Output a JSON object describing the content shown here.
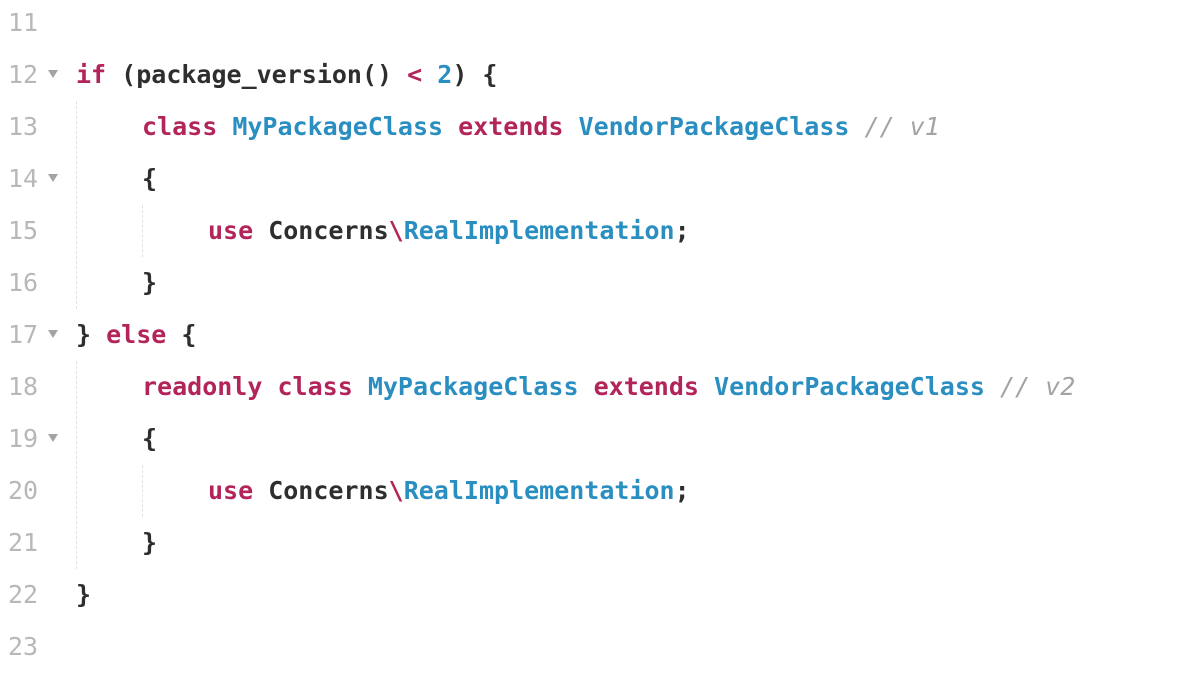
{
  "editor": {
    "lines": [
      {
        "num": "11"
      },
      {
        "num": "12",
        "fold": true,
        "tokens": [
          {
            "t": "if",
            "c": "kw"
          },
          {
            "t": " (package_version() ",
            "c": "pl"
          },
          {
            "t": "<",
            "c": "kw"
          },
          {
            "t": " ",
            "c": "pl"
          },
          {
            "t": "2",
            "c": "ty"
          },
          {
            "t": ") {",
            "c": "pl"
          }
        ]
      },
      {
        "num": "13",
        "indent": 1,
        "tokens": [
          {
            "t": "class",
            "c": "kw"
          },
          {
            "t": " ",
            "c": "pl"
          },
          {
            "t": "MyPackageClass",
            "c": "ty"
          },
          {
            "t": " ",
            "c": "pl"
          },
          {
            "t": "extends",
            "c": "kw"
          },
          {
            "t": " ",
            "c": "pl"
          },
          {
            "t": "VendorPackageClass",
            "c": "ty"
          },
          {
            "t": " // v1",
            "c": "cm"
          }
        ]
      },
      {
        "num": "14",
        "fold": true,
        "indent": 1,
        "tokens": [
          {
            "t": "{",
            "c": "pl"
          }
        ]
      },
      {
        "num": "15",
        "indent": 2,
        "tokens": [
          {
            "t": "use",
            "c": "kw"
          },
          {
            "t": " Concerns",
            "c": "pl"
          },
          {
            "t": "\\",
            "c": "kw"
          },
          {
            "t": "RealImplementation",
            "c": "ty"
          },
          {
            "t": ";",
            "c": "pl"
          }
        ]
      },
      {
        "num": "16",
        "indent": 1,
        "tokens": [
          {
            "t": "}",
            "c": "pl"
          }
        ]
      },
      {
        "num": "17",
        "fold": true,
        "tokens": [
          {
            "t": "} ",
            "c": "pl"
          },
          {
            "t": "else",
            "c": "kw"
          },
          {
            "t": " {",
            "c": "pl"
          }
        ]
      },
      {
        "num": "18",
        "indent": 1,
        "tokens": [
          {
            "t": "readonly",
            "c": "kw"
          },
          {
            "t": " ",
            "c": "pl"
          },
          {
            "t": "class",
            "c": "kw"
          },
          {
            "t": " ",
            "c": "pl"
          },
          {
            "t": "MyPackageClass",
            "c": "ty"
          },
          {
            "t": " ",
            "c": "pl"
          },
          {
            "t": "extends",
            "c": "kw"
          },
          {
            "t": " ",
            "c": "pl"
          },
          {
            "t": "VendorPackageClass",
            "c": "ty"
          },
          {
            "t": " // v2",
            "c": "cm"
          }
        ]
      },
      {
        "num": "19",
        "fold": true,
        "indent": 1,
        "tokens": [
          {
            "t": "{",
            "c": "pl"
          }
        ]
      },
      {
        "num": "20",
        "indent": 2,
        "tokens": [
          {
            "t": "use",
            "c": "kw"
          },
          {
            "t": " Concerns",
            "c": "pl"
          },
          {
            "t": "\\",
            "c": "kw"
          },
          {
            "t": "RealImplementation",
            "c": "ty"
          },
          {
            "t": ";",
            "c": "pl"
          }
        ]
      },
      {
        "num": "21",
        "indent": 1,
        "tokens": [
          {
            "t": "}",
            "c": "pl"
          }
        ]
      },
      {
        "num": "22",
        "tokens": [
          {
            "t": "}",
            "c": "pl"
          }
        ]
      },
      {
        "num": "23"
      }
    ]
  },
  "colors": {
    "keyword": "#b2245a",
    "type": "#2a8fc0",
    "plain": "#2e2e2e",
    "comment": "#a3a3a3",
    "line_number": "#b8b8b8"
  }
}
